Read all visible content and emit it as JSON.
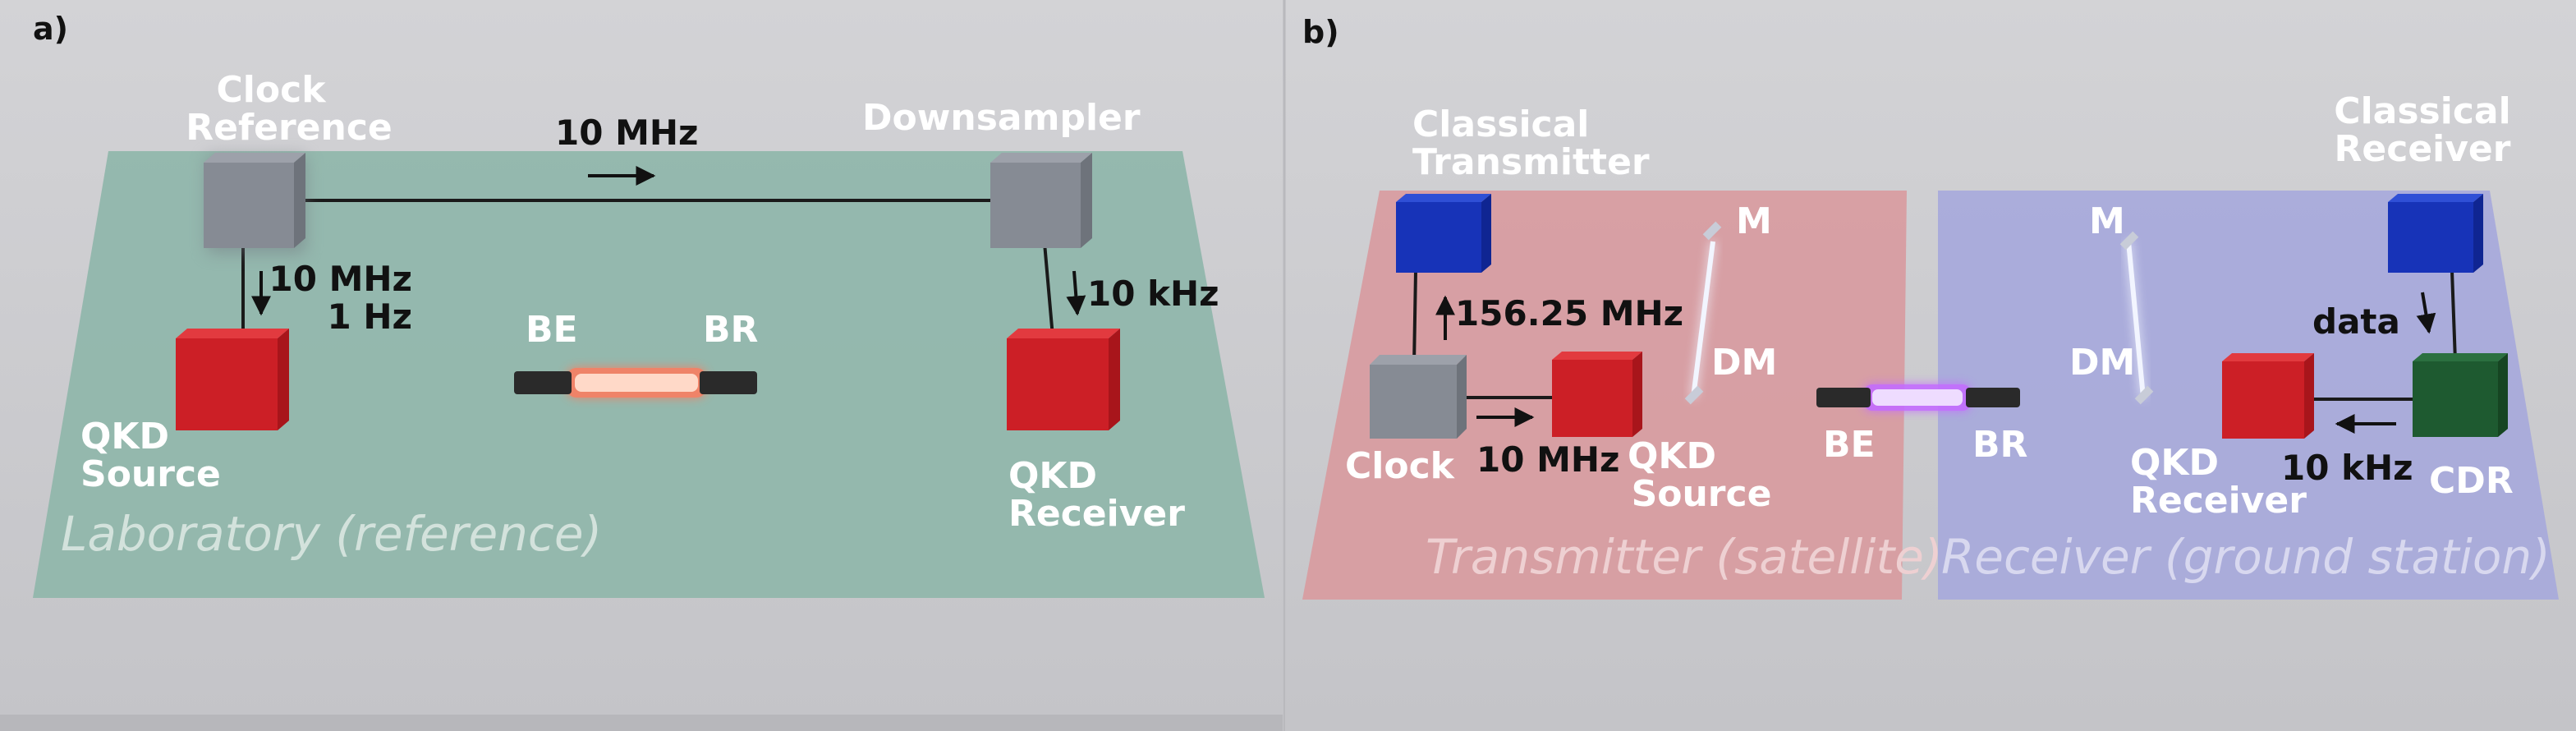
{
  "panel_a": {
    "tag": "a)",
    "region_title": "Laboratory (reference)",
    "clock_reference": [
      "Clock",
      "Reference"
    ],
    "downsampler": "Downsampler",
    "link_top_freq": "10 MHz",
    "link_left_freqs": [
      "10 MHz",
      "1 Hz"
    ],
    "link_right_freq": "10 kHz",
    "be": "BE",
    "br": "BR",
    "qkd_source": [
      "QKD",
      "Source"
    ],
    "qkd_receiver": [
      "QKD",
      "Receiver"
    ]
  },
  "panel_b": {
    "tag": "b)",
    "transmitter_region": "Transmitter (satellite)",
    "receiver_region": "Receiver (ground station)",
    "classical_transmitter": [
      "Classical",
      "Transmitter"
    ],
    "classical_receiver": [
      "Classical",
      "Receiver"
    ],
    "mirror_left": "M",
    "mirror_right": "M",
    "dm_left": "DM",
    "dm_right": "DM",
    "freq_156": "156.25 MHz",
    "clock": "Clock",
    "freq_10mhz": "10 MHz",
    "qkd_source": [
      "QKD",
      "Source"
    ],
    "be": "BE",
    "br": "BR",
    "qkd_receiver": [
      "QKD",
      "Receiver"
    ],
    "freq_10khz": "10 kHz",
    "data": "data",
    "cdr": "CDR"
  },
  "colors": {
    "background": "#cfcfd2",
    "lab_plane": "#8fb6aa",
    "transmitter_plane": "#d89a9e",
    "receiver_plane": "#a6a8dc",
    "region_text": "#d6e4dd",
    "grey_box": "#858a93",
    "red_box": "#cc1f26",
    "blue_box": "#1733b8",
    "green_box": "#1e5a30",
    "red_beam": "#ff5a4a",
    "white_beam": "#f2f5ff",
    "violet_beam": "#b23cff"
  }
}
